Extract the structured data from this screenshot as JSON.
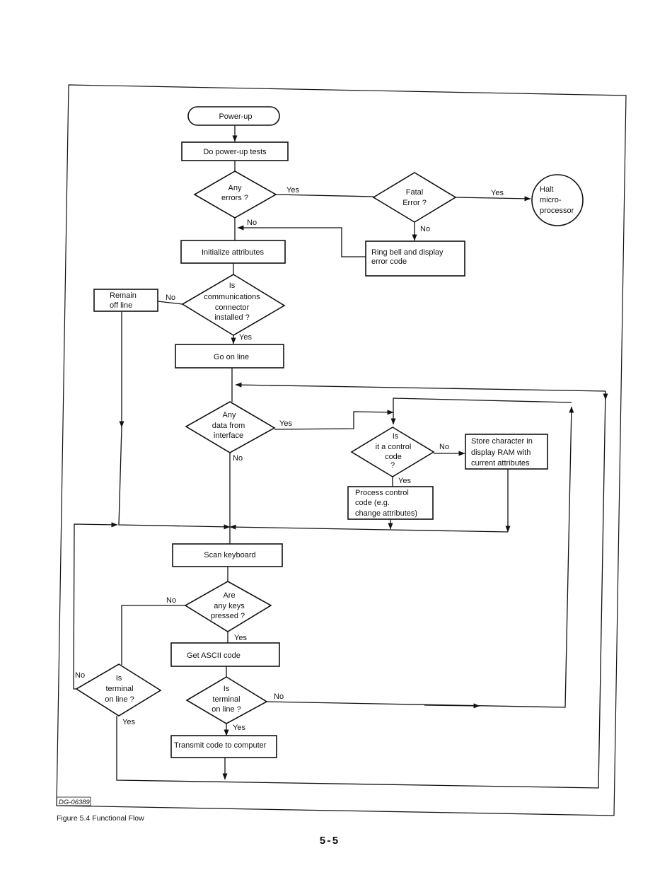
{
  "figure": {
    "tag": "DG-06389",
    "caption": "Figure 5.4 Functional Flow",
    "page_number": "5-5"
  },
  "nodes": {
    "power_up": {
      "shape": "terminal",
      "lines": [
        "Power-up"
      ]
    },
    "power_tests": {
      "shape": "process",
      "lines": [
        "Do power-up tests"
      ]
    },
    "any_errors": {
      "shape": "decision",
      "lines": [
        "Any",
        "errors ?"
      ]
    },
    "fatal_error": {
      "shape": "decision",
      "lines": [
        "Fatal",
        "Error ?"
      ]
    },
    "halt": {
      "shape": "terminal-circle",
      "lines": [
        "Halt",
        "micro-",
        "processor"
      ]
    },
    "ring_bell": {
      "shape": "process",
      "lines": [
        "Ring bell and display",
        "error code"
      ]
    },
    "init_attributes": {
      "shape": "process",
      "lines": [
        "Initialize attributes"
      ]
    },
    "connector_installed": {
      "shape": "decision",
      "lines": [
        "Is",
        "communications",
        "connector",
        "installed ?"
      ]
    },
    "remain_offline": {
      "shape": "process",
      "lines": [
        "Remain",
        "off line"
      ]
    },
    "go_online": {
      "shape": "process",
      "lines": [
        "Go on line"
      ]
    },
    "any_data": {
      "shape": "decision",
      "lines": [
        "Any",
        "data from",
        "interface"
      ]
    },
    "control_code": {
      "shape": "decision",
      "lines": [
        "Is",
        "it a control",
        "code",
        "?"
      ]
    },
    "store_char": {
      "shape": "process",
      "lines": [
        "Store character in",
        "display RAM with",
        "current attributes"
      ]
    },
    "process_control": {
      "shape": "process",
      "lines": [
        "Process control",
        "code (e.g.",
        "change attributes)"
      ]
    },
    "scan_keyboard": {
      "shape": "process",
      "lines": [
        "Scan  keyboard"
      ]
    },
    "keys_pressed": {
      "shape": "decision",
      "lines": [
        "Are",
        "any keys",
        "pressed ?"
      ]
    },
    "get_ascii": {
      "shape": "process",
      "lines": [
        "Get ASCII    code"
      ]
    },
    "terminal_online_left": {
      "shape": "decision",
      "lines": [
        "Is",
        "terminal",
        "on line ?"
      ]
    },
    "terminal_online_main": {
      "shape": "decision",
      "lines": [
        "Is",
        "terminal",
        "on line ?"
      ]
    },
    "transmit": {
      "shape": "process",
      "lines": [
        "Transmit code to  computer"
      ]
    }
  },
  "edges": [
    {
      "from": "power_up",
      "to": "power_tests",
      "label": ""
    },
    {
      "from": "power_tests",
      "to": "any_errors",
      "label": ""
    },
    {
      "from": "any_errors",
      "to": "fatal_error",
      "label": "Yes"
    },
    {
      "from": "fatal_error",
      "to": "halt",
      "label": "Yes"
    },
    {
      "from": "fatal_error",
      "to": "ring_bell",
      "label": "No"
    },
    {
      "from": "ring_bell",
      "to": "init_attributes",
      "label": ""
    },
    {
      "from": "any_errors",
      "to": "init_attributes",
      "label": "No"
    },
    {
      "from": "init_attributes",
      "to": "connector_installed",
      "label": ""
    },
    {
      "from": "connector_installed",
      "to": "remain_offline",
      "label": "No"
    },
    {
      "from": "connector_installed",
      "to": "go_online",
      "label": "Yes"
    },
    {
      "from": "go_online",
      "to": "any_data",
      "label": ""
    },
    {
      "from": "any_data",
      "to": "control_code",
      "label": "Yes"
    },
    {
      "from": "control_code",
      "to": "store_char",
      "label": "No"
    },
    {
      "from": "control_code",
      "to": "process_control",
      "label": "Yes"
    },
    {
      "from": "any_data",
      "to": "scan_keyboard",
      "label": "No"
    },
    {
      "from": "remain_offline",
      "to": "scan_keyboard",
      "label": ""
    },
    {
      "from": "process_control",
      "to": "scan_keyboard",
      "label": ""
    },
    {
      "from": "store_char",
      "to": "scan_keyboard",
      "label": ""
    },
    {
      "from": "scan_keyboard",
      "to": "keys_pressed",
      "label": ""
    },
    {
      "from": "keys_pressed",
      "to": "get_ascii",
      "label": "Yes"
    },
    {
      "from": "keys_pressed",
      "to": "terminal_online_left",
      "label": "No"
    },
    {
      "from": "terminal_online_left",
      "to": "scan_keyboard",
      "label": "No"
    },
    {
      "from": "terminal_online_left",
      "to": "any_data",
      "label": "Yes"
    },
    {
      "from": "get_ascii",
      "to": "terminal_online_main",
      "label": ""
    },
    {
      "from": "terminal_online_main",
      "to": "control_code",
      "label": "No"
    },
    {
      "from": "terminal_online_main",
      "to": "transmit",
      "label": "Yes"
    },
    {
      "from": "transmit",
      "to": "any_data",
      "label": ""
    }
  ]
}
